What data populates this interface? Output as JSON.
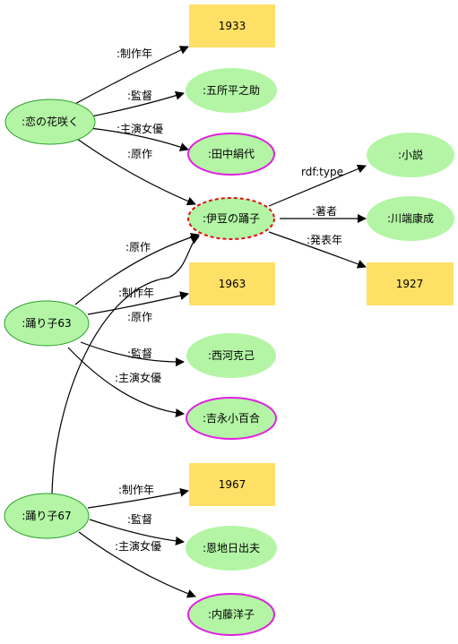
{
  "nodes": {
    "koinohana": ":恋の花咲く",
    "y1933": "1933",
    "gosho": ":五所平之助",
    "tanaka": ":田中絹代",
    "izu": ":伊豆の踊子",
    "shosetsu": ":小説",
    "kawabata": ":川端康成",
    "y1927": "1927",
    "odoriko63": ":踊り子63",
    "y1963": "1963",
    "nishikawa": ":西河克己",
    "yoshinaga": ":吉永小百合",
    "odoriko67": ":踊り子67",
    "y1967": "1967",
    "onchi": ":恩地日出夫",
    "naito": ":内藤洋子"
  },
  "edge_labels": {
    "k_year": ":制作年",
    "k_dir": ":監督",
    "k_act": ":主演女優",
    "k_orig": ":原作",
    "izu_type": "rdf:type",
    "izu_author": ":著者",
    "izu_pub": ":発表年",
    "o63_orig": ":原作",
    "o63_year": ":制作年",
    "o63_dir": ":監督",
    "o63_act": ":主演女優",
    "o67_orig": ":原作",
    "o67_year": ":制作年",
    "o67_dir": ":監督",
    "o67_act": ":主演女優"
  }
}
